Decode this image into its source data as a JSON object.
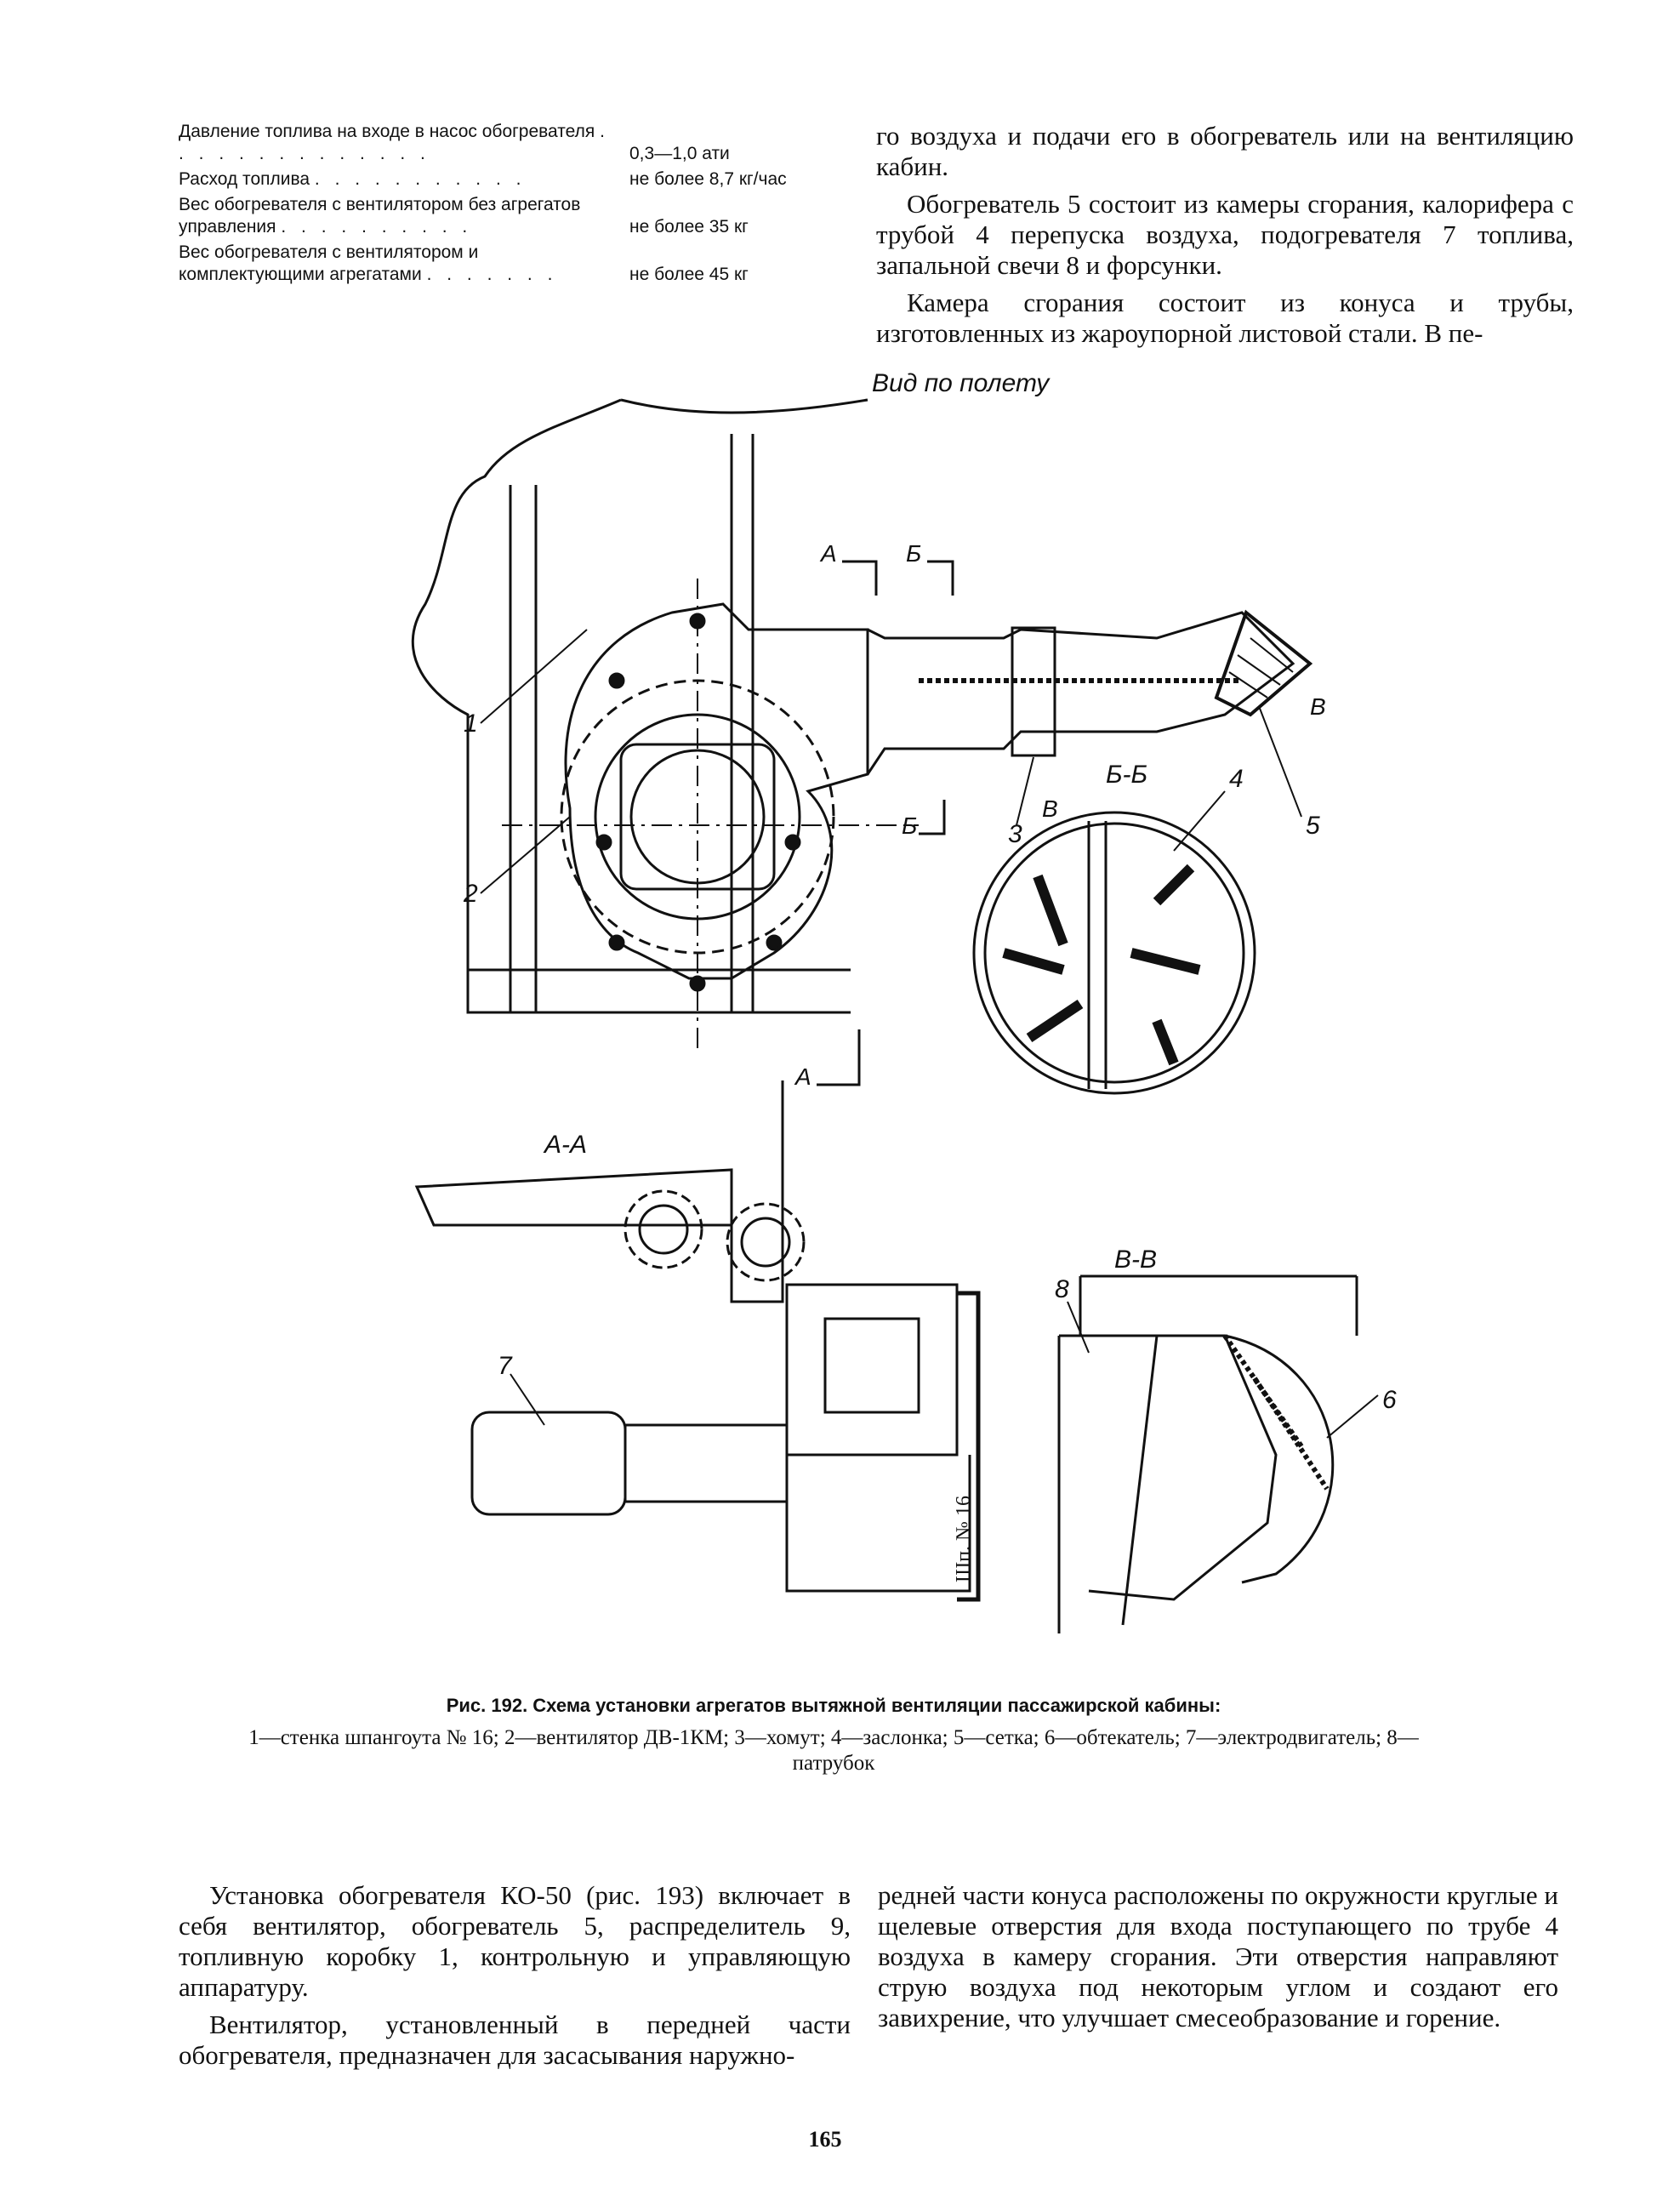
{
  "specs": [
    {
      "label": "Давление топлива на входе в насос обогревателя",
      "dots": ". . . . . . . . . . . . . .",
      "value": "0,3—1,0 ати"
    },
    {
      "label": "Расход топлива",
      "dots": ". . . . . . . . . . .",
      "value": "не более 8,7 кг/час"
    },
    {
      "label": "Вес обогревателя с вентилятором без агрегатов управления",
      "dots": ". . . . . . . . . .",
      "value": "не более 35 кг"
    },
    {
      "label": "Вес обогревателя с вентилятором и комплектующими агрегатами",
      "dots": ". . . . . . .",
      "value": "не более 45 кг"
    }
  ],
  "text_top_right": [
    "го воздуха и подачи его в обогреватель или на вентиляцию кабин.",
    "Обогреватель 5 состоит из камеры сгорания, калорифера с трубой 4 перепуска воздуха, подогревателя 7 топлива, запальной свечи 8 и форсунки.",
    "Камера сгорания состоит из конуса и трубы, изготовленных из жароупорной листовой стали. В пе-"
  ],
  "figure": {
    "view_label": "Вид по полету",
    "section_labels": {
      "aa": "А-А",
      "bb": "Б-Б",
      "vv": "В-В"
    },
    "cut_marks": {
      "a": "А",
      "b": "Б",
      "v": "В"
    },
    "frame_label": "Шп. № 16",
    "callouts": [
      "1",
      "2",
      "3",
      "4",
      "5",
      "6",
      "7",
      "8"
    ]
  },
  "caption": {
    "title": "Рис. 192. Схема установки агрегатов вытяжной вентиляции пассажирской кабины:",
    "legend": "1—стенка шпангоута № 16; 2—вентилятор ДВ-1КМ; 3—хомут; 4—заслонка; 5—сетка; 6—обтекатель; 7—электродвигатель; 8—патрубок"
  },
  "text_bottom_left": [
    "Установка обогревателя КО-50 (рис. 193) включает в себя вентилятор, обогреватель 5, распределитель 9, топливную коробку 1, контрольную и управляющую аппаратуру.",
    "Вентилятор, установленный в передней части обогревателя, предназначен для засасывания наружно-"
  ],
  "text_bottom_right": [
    "редней части конуса расположены по окружности круглые и щелевые отверстия для входа поступающего по трубе 4 воздуха в камеру сгорания. Эти отверстия направляют струю воздуха под некоторым углом и создают его завихрение, что улучшает смесеобразование и горение."
  ],
  "page_number": "165"
}
